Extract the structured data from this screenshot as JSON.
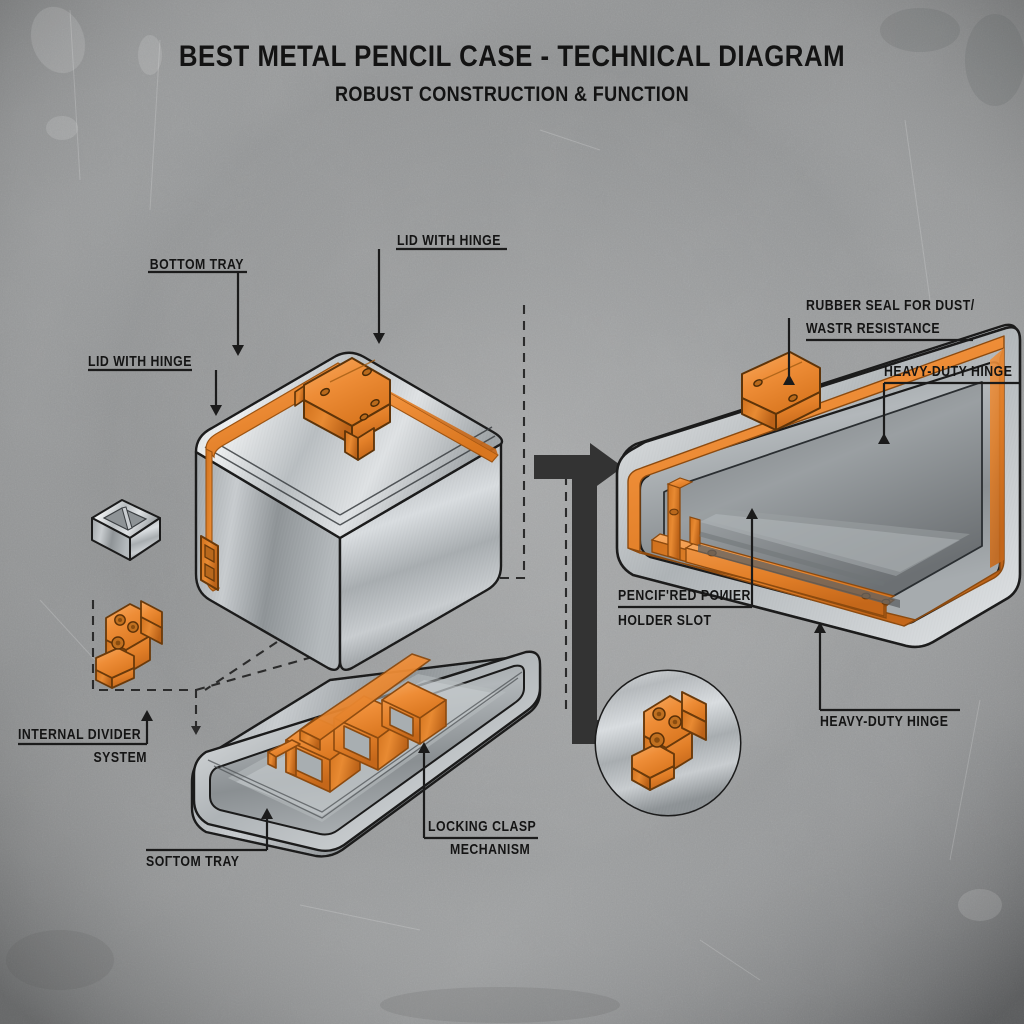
{
  "header": {
    "title": "BEST METAL PENCIL CASE - TECHNICAL DIAGRAM",
    "subtitle": "ROBUST CONSTRUCTION & FUNCTION"
  },
  "colors": {
    "accent_orange": "#ED8A33",
    "accent_orange_dark": "#C96B1E",
    "accent_orange_light": "#F5A45C",
    "metal_light": "#E2E4E6",
    "metal_mid": "#AFB3B6",
    "metal_dark": "#6E7376",
    "outline": "#1B1B1B",
    "background": "#8F9192",
    "label_text": "#141414"
  },
  "callouts": [
    {
      "id": "bottom-tray-top",
      "lines": [
        "BOTTOM TRAY"
      ],
      "align": "right"
    },
    {
      "id": "lid-with-hinge-top",
      "lines": [
        "LID WITH HINGE"
      ],
      "align": "left"
    },
    {
      "id": "lid-with-hinge-left",
      "lines": [
        "LID WITH HINGE"
      ],
      "align": "left"
    },
    {
      "id": "rubber-seal",
      "lines": [
        "RUBBER SEAL FOR DUST/",
        "WASTR RESISTANCE"
      ],
      "align": "left"
    },
    {
      "id": "heavy-duty-hinge-top",
      "lines": [
        "HEAVY-DUTY HINGE"
      ],
      "align": "left"
    },
    {
      "id": "pencil-holder-slot",
      "lines": [
        "PENCIF'RED POИIER",
        "HOLDER SLOT"
      ],
      "align": "left"
    },
    {
      "id": "heavy-duty-hinge-bot",
      "lines": [
        "HEAVY-DUTY HINGE"
      ],
      "align": "left"
    },
    {
      "id": "internal-divider",
      "lines": [
        "INTERNAL DIVIDER",
        "SYSTEM"
      ],
      "align": "right"
    },
    {
      "id": "bottom-tray-bottom",
      "lines": [
        "SOΓTOM TRAY"
      ],
      "align": "left"
    },
    {
      "id": "locking-clasp",
      "lines": [
        "LOCKING CLASP",
        "MECHANISM"
      ],
      "align": "left"
    }
  ],
  "labels": {
    "bottom_tray_top": "BOTTOM TRAY",
    "lid_with_hinge_top": "LID WITH HINGE",
    "lid_with_hinge_left": "LID WITH HINGE",
    "rubber_seal_l1": "RUBBER SEAL FOR DUST/",
    "rubber_seal_l2": "WASTR RESISTANCE",
    "heavy_duty_hinge_top": "HEAVY-DUTY HINGE",
    "pencil_holder_l1": "PENCIF'RED POИIER",
    "pencil_holder_l2": "HOLDER SLOT",
    "heavy_duty_hinge_bottom": "HEAVY-DUTY HINGE",
    "internal_divider_l1": "INTERNAL DIVIDER",
    "internal_divider_l2": "SYSTEM",
    "bottom_tray_bottom": "SOΓTOM TRAY",
    "locking_clasp_l1": "LOCKING CLASP",
    "locking_clasp_l2": "MECHANISM"
  },
  "parts": [
    {
      "name": "closed-case",
      "description": "Closed metal pencil case, isometric, with orange hinge and orange side clasp"
    },
    {
      "name": "open-case",
      "description": "Open metal case interior showing orange rubber seal gasket and pencil holder slot"
    },
    {
      "name": "bottom-tray",
      "description": "Open bottom tray with orange internal divider grid"
    },
    {
      "name": "divider-cup-detail",
      "description": "Small metallic divider cup component"
    },
    {
      "name": "hinge-detail",
      "description": "Orange heavy-duty hinge component"
    },
    {
      "name": "hinge-zoom-circle",
      "description": "Circular magnified detail of heavy-duty hinge"
    },
    {
      "name": "process-arrow",
      "description": "Large black L-shaped arrow indicating assembly flow"
    }
  ]
}
